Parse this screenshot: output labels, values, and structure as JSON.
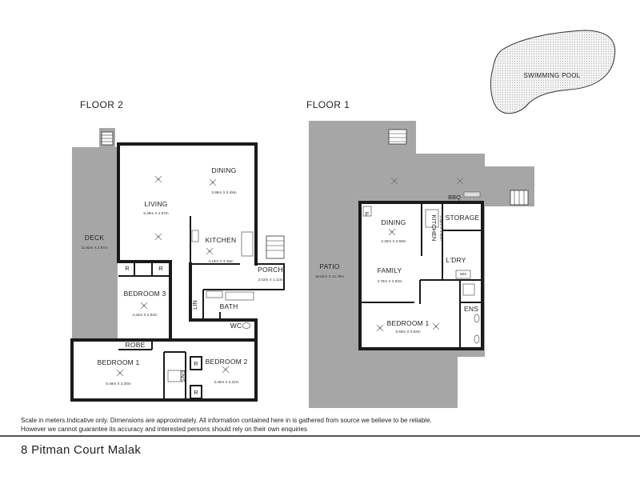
{
  "labels": {
    "floor2": "FLOOR 2",
    "floor1": "FLOOR 1",
    "pool": "SWIMMING POOL"
  },
  "floor2": {
    "deck": {
      "name": "DECK",
      "dim": "11.82m X 2.57m"
    },
    "living": {
      "name": "LIVING",
      "dim": "6.49m X 4.87m"
    },
    "dining": {
      "name": "DINING",
      "dim": "3.95m X 3.45m"
    },
    "kitchen": {
      "name": "KITCHEN",
      "dim": "4.10m X 3.45m"
    },
    "porch": {
      "name": "PORCH",
      "dim": "2.02m X 1.11m"
    },
    "bedroom3": {
      "name": "BEDROOM 3",
      "dim": "4.34m X 2.92m"
    },
    "lin": "LIN",
    "bath": "BATH",
    "wc": "WC",
    "robe": "ROBE",
    "bedroom1": {
      "name": "BEDROOM 1",
      "dim": "5.49m X 3.30m"
    },
    "bedroom2": {
      "name": "BEDROOM 2",
      "dim": "3.45m X 3.31m"
    },
    "ens": "ENS",
    "r": "R"
  },
  "floor1": {
    "patio": {
      "name": "PATIO",
      "dim": "16.52m X 12.79m"
    },
    "bbq": "BBQ",
    "dining": {
      "name": "DINING",
      "dim": "2.20m X 2.58m"
    },
    "kitchen": {
      "name": "KITCHEN",
      "dim": "2.58m X 1.40m"
    },
    "storage": "STORAGE",
    "ldry": "L'DRY",
    "family": {
      "name": "FAMILY",
      "dim": "3.76m X 2.92m"
    },
    "ens": "ENS",
    "bedroom1": {
      "name": "BEDROOM 1",
      "dim": "5.60m X 3.84m"
    },
    "f": "F",
    "wm": "WM"
  },
  "footer": {
    "disclaimer": "Scale in meters.Indicative only. Dimensions are approximately. All information contained here in is gathered from source we believe to be reliable. However we cannot guarantee its accuracy and interested persons should rely on their own enquiries",
    "address": "8 Pitman Court Malak"
  },
  "colors": {
    "wall": "#1a1a1a",
    "outdoor": "#a6a6a6",
    "pool": "#dcdcdc",
    "text": "#222222"
  }
}
